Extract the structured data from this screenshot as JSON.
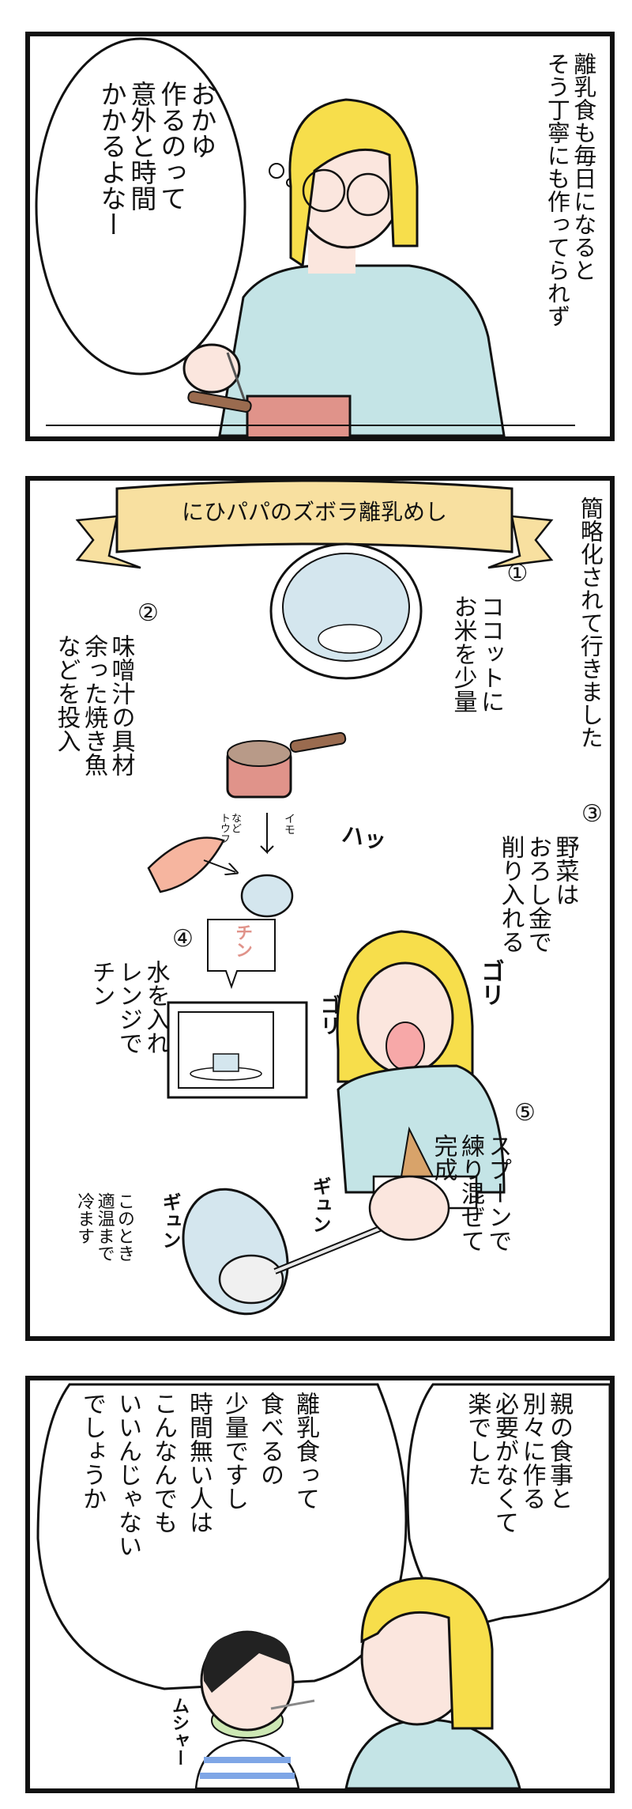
{
  "panel1": {
    "narration": [
      "離乳食も毎日になると",
      "そう丁寧にも作ってられず"
    ],
    "thought": [
      "おかゆ",
      "作るのって",
      "意外と時間",
      "かかるよなー"
    ]
  },
  "panel2": {
    "banner_title": "にひパパのズボラ離乳めし",
    "narration": [
      "簡略化されて行きました"
    ],
    "steps": [
      {
        "number": "①",
        "lines": [
          "ココットに",
          "お米を少量"
        ]
      },
      {
        "number": "②",
        "lines": [
          "味噌汁の具材",
          "余った焼き魚",
          "などを投入"
        ]
      },
      {
        "number": "③",
        "lines": [
          "野菜は",
          "おろし金で",
          "削り入れる"
        ]
      },
      {
        "number": "④",
        "lines": [
          "水を入れ",
          "レンジで",
          "チン"
        ]
      },
      {
        "number": "⑤",
        "lines": [
          "スプーンで",
          "練り混ぜて",
          "完成"
        ]
      }
    ],
    "note": [
      "このとき",
      "適温まで",
      "冷ます"
    ],
    "labels": {
      "tofu": "トウフ",
      "etc": "など",
      "imo": "イモ"
    },
    "sfx": {
      "ha": "ハッ",
      "gori1": "ゴリ",
      "gori2": "ゴリ",
      "chin": "チン",
      "gyun1": "ギュン",
      "gyun2": "ギュン"
    }
  },
  "panel3": {
    "bubble_right": [
      "親の食事と",
      "別々に作る",
      "必要がなくて",
      "楽でした"
    ],
    "bubble_left": [
      "離乳食って",
      "食べるの",
      "少量ですし",
      "時間無い人は",
      "こんなんでも",
      "いいんじゃない",
      "でしょうか"
    ],
    "sfx": {
      "musha": "ムシャー"
    }
  },
  "colors": {
    "hair": "#F7DE4B",
    "shirt": "#C4E4E6",
    "skin": "#FBE6DE",
    "pot": "#E0938A",
    "banner": "#F8E0A0",
    "bowl": "#D4E6EE"
  }
}
